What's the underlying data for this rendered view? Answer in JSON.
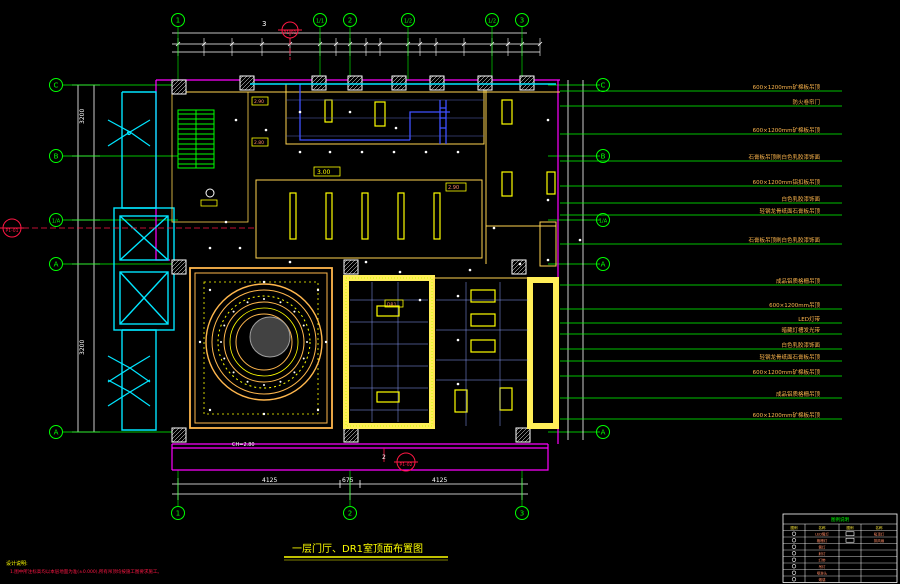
{
  "drawing": {
    "title": "一层门厅、DR1室顶面布置图"
  },
  "grid_top": [
    "1",
    "1/1",
    "2",
    "1/2",
    "1/2",
    "3"
  ],
  "grid_bottom": [
    "1",
    "2",
    "3"
  ],
  "grid_left": [
    "C",
    "B",
    "1/A",
    "A",
    "A"
  ],
  "grid_right": [
    "C",
    "B",
    "1/A",
    "A",
    "A"
  ],
  "top_dims": [
    "3"
  ],
  "bottom_dims": [
    "4125",
    "675",
    "4125"
  ],
  "left_dims": [
    "3200",
    "3200"
  ],
  "section_marks": {
    "top": "P1-01",
    "left": "P1-01",
    "bottom": "P1-02",
    "bottom_num": "2"
  },
  "room_labels": {
    "ceiling_level": "3.00",
    "ceiling_level_2": "2.90",
    "tag_a": "2.90",
    "tag_b": "CH=2.80",
    "tag_c": "2.80",
    "tag_d": "DR1"
  },
  "annotations": [
    "600×1200mm矿棉板吊顶",
    "防火卷帘门",
    "600×1200mm矿棉板吊顶",
    "石膏板吊顶刷白色乳胶漆饰面",
    "600×1200mm铝扣板吊顶",
    "白色乳胶漆饰面",
    "轻钢龙骨纸面石膏板吊顶",
    "石膏板吊顶刷白色乳胶漆饰面",
    "成品铝质格栅吊顶",
    "600×1200mm吊顶",
    "LED灯带",
    "暗藏灯槽发光带",
    "白色乳胶漆饰面",
    "轻钢龙骨纸面石膏板吊顶",
    "600×1200mm矿棉板吊顶",
    "成品铝质格栅吊顶",
    "600×1200mm矿棉板吊顶"
  ],
  "notes": {
    "heading": "设计说明:",
    "line1": "1.图中所注标高均以本层地面为准(±0.000),所有吊顶均按施工图要求施工。"
  },
  "legend": {
    "title": "图例说明",
    "headers": [
      "图例",
      "名称",
      "图例",
      "名称"
    ],
    "rows": [
      [
        "LED筒灯",
        "吸顶灯"
      ],
      [
        "格栅灯",
        "排风扇"
      ],
      [
        "筒灯",
        ""
      ],
      [
        "射灯",
        ""
      ],
      [
        "灯带",
        ""
      ],
      [
        "吊灯",
        ""
      ],
      [
        "喷淋头",
        ""
      ],
      [
        "烟感",
        ""
      ]
    ]
  }
}
